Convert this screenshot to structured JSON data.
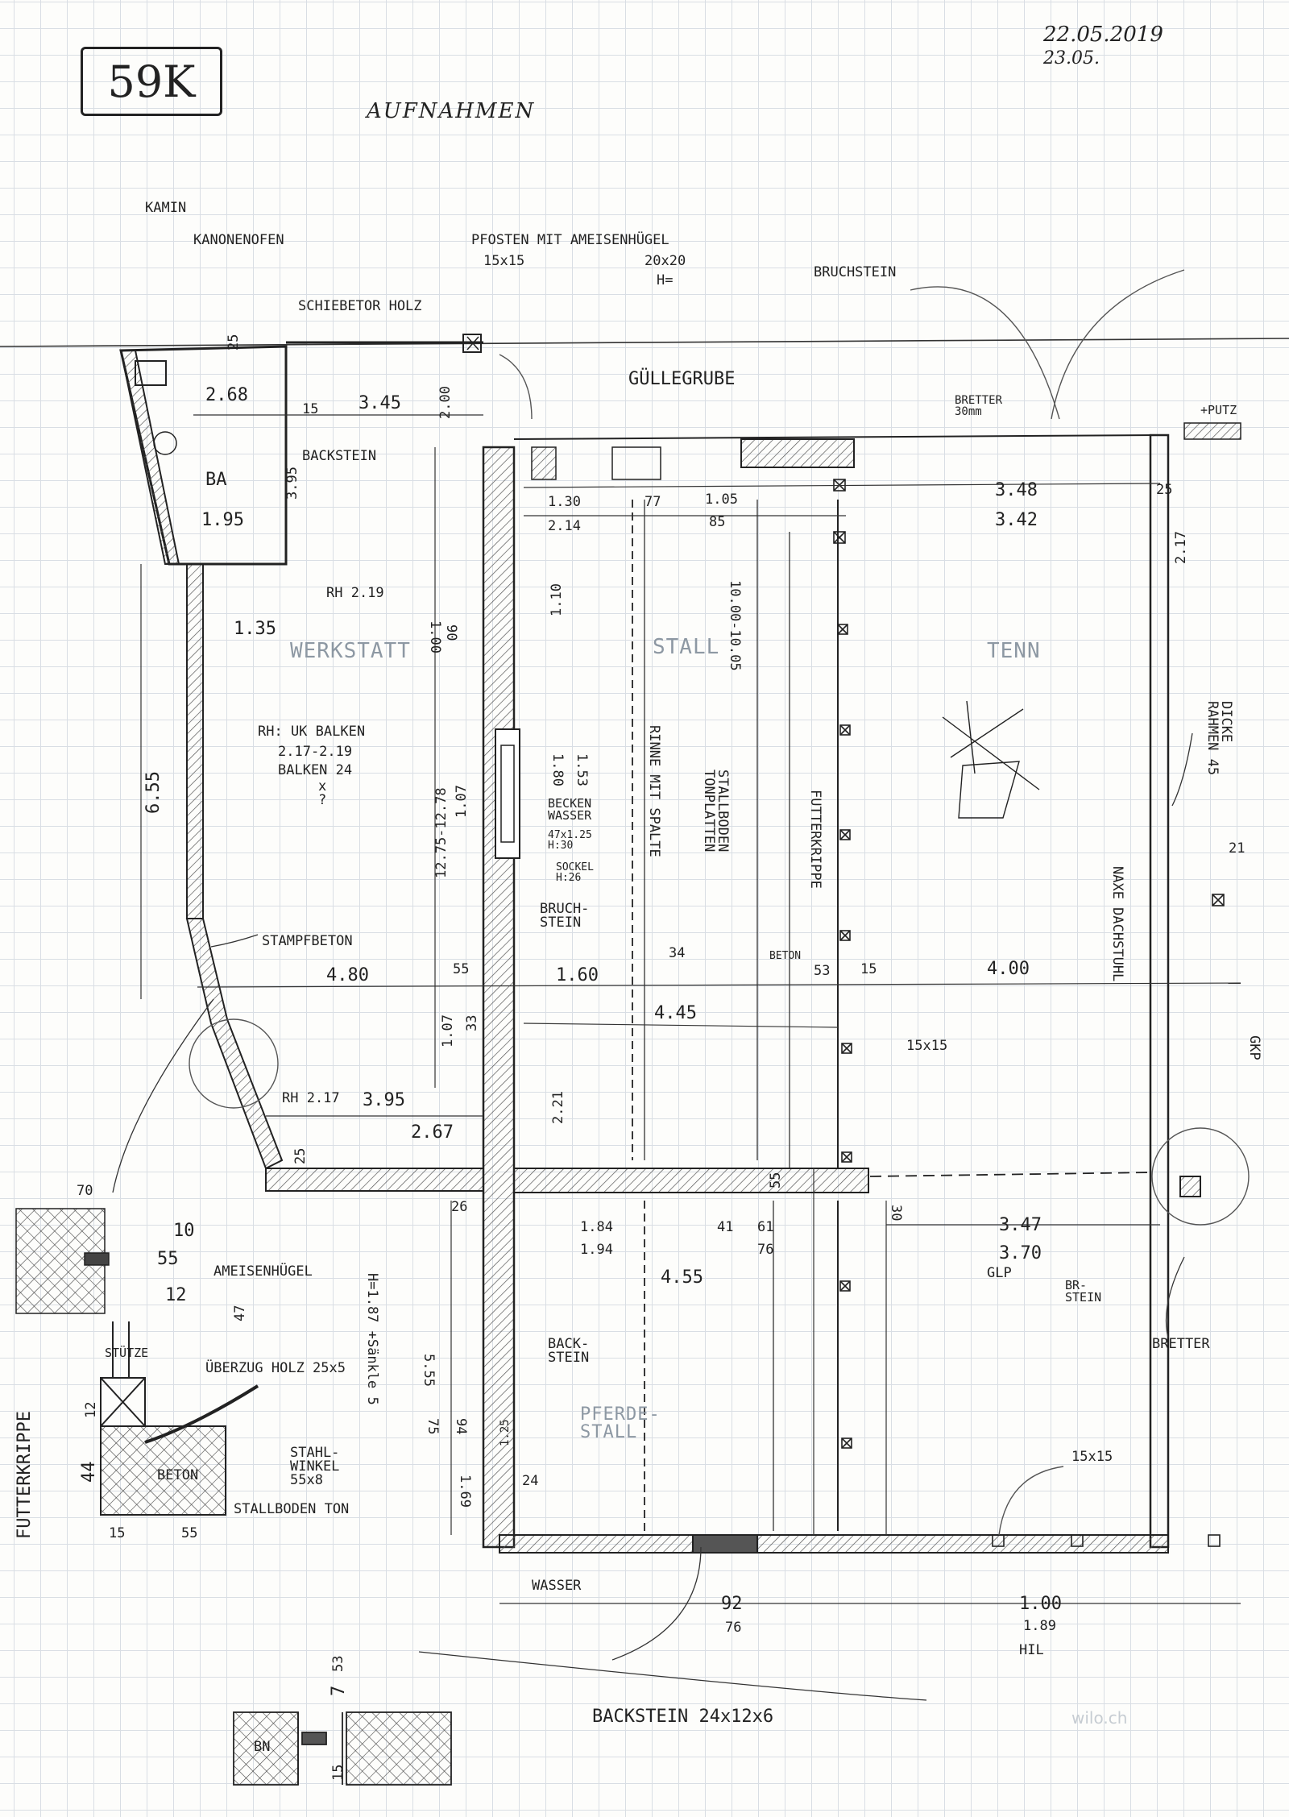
{
  "header": {
    "sheet_id": "59K",
    "title": "AUFNAHMEN",
    "date_1": "22.05.2019",
    "date_2": "23.05."
  },
  "rooms": {
    "werkstatt": "WERKSTATT",
    "stall": "STALL",
    "tenn": "TENN",
    "pferdestall": "PFERDE-STALL",
    "ba": "BA"
  },
  "materials": {
    "kamin": "KAMIN",
    "kanonenofen": "KANONENOFEN",
    "pfosten": "PFOSTEN MIT AMEISENHÜGEL",
    "pfosten_size": "15x15",
    "pfosten_size2": "20x20",
    "pfosten_h": "H=",
    "bruchstein": "BRUCHSTEIN",
    "schiebetor": "SCHIEBETOR HOLZ",
    "guellegrube": "GÜLLEGRUBE",
    "bretter_30": "BRETTER 30mm",
    "putz": "+PUTZ",
    "backstein": "BACKSTEIN",
    "rh_219": "RH 2.19",
    "rh_uk_balken": "RH: UK BALKEN",
    "rh_range": "2.17-2.19",
    "balken": "BALKEN 24",
    "balken_x": "x",
    "balken_2": "?",
    "stampfbeton": "STAMPFBETON",
    "becken_wasser": "BECKEN WASSER",
    "becken_dims": "47x1.25 H:30",
    "sockel": "SOCKEL H:26",
    "bruch_stein": "BRUCH-STEIN",
    "rinne": "RINNE MIT SPALTE",
    "stallboden": "STALLBODEN TONPLATTEN",
    "futterkrippe": "FUTTERKRIPPE",
    "dicke_rahmen": "DICKE RAHMEN 45",
    "naxe_dachstuhl": "NAXE DACHSTUHL",
    "beton": "BETON",
    "gkp": "GKP",
    "glp": "GLP",
    "brstein": "BR-STEIN",
    "bretter": "BRETTER",
    "rh_217": "RH 2.17",
    "ameisenhuegel": "AMEISENHÜGEL",
    "backstein_2": "BACK-STEIN",
    "wasser": "WASSER",
    "hil": "HIL",
    "backstein_size": "BACKSTEIN 24x12x6",
    "stuetze": "STÜTZE",
    "ueberzug": "ÜBERZUG HOLZ 25x5",
    "stahlwinkel": "STAHL-WINKEL 55x8",
    "beton_det": "BETON",
    "stallboden_ton": "STALLBODEN TON",
    "futterkrippe_det": "FUTTERKRIPPE",
    "h_187": "H=1.87 +Sänkle 5",
    "bn": "BN"
  },
  "dims": {
    "d268": "2.68",
    "d345": "3.45",
    "d15a": "15",
    "d395": "3.95",
    "d195": "1.95",
    "d25a": "25",
    "d200": "2.00",
    "d135": "1.35",
    "d655": "6.55",
    "d480": "4.80",
    "d55a": "55",
    "d395b": "3.95",
    "d267": "2.67",
    "d25b": "25",
    "d26": "26",
    "d110": "1.10",
    "d130": "1.30",
    "d214": "2.14",
    "d77": "77",
    "d105": "1.05",
    "d85": "85",
    "d348": "3.48",
    "d342": "3.42",
    "d25c": "25",
    "d217": "2.17",
    "d21": "21",
    "d180": "1.80",
    "d153": "1.53",
    "d1000": "10.00-10.05",
    "d160": "1.60",
    "d34": "34",
    "d445": "4.45",
    "d53": "53",
    "d15b": "15",
    "d400": "4.00",
    "d15x15": "15x15",
    "d221": "2.21",
    "d55b": "55",
    "d30": "30",
    "d347": "3.47",
    "d370": "3.70",
    "d184": "1.84",
    "d194": "1.94",
    "d41": "41",
    "d61": "61",
    "d76": "76",
    "d455": "4.55",
    "d92": "92",
    "d76b": "76",
    "d100": "1.00",
    "d189": "1.89",
    "d15x15b": "15x15",
    "d70": "70",
    "d10": "10",
    "d55c": "55",
    "d12": "12",
    "d47": "47",
    "d44": "44",
    "d15c": "15",
    "d55d": "55",
    "d12b": "12",
    "d24": "24",
    "d555": "5.55",
    "d75": "75",
    "d94": "94",
    "d169": "1.69",
    "d1275": "12.75-12.78",
    "d107": "1.07",
    "d90": "90",
    "d100b": "1.00",
    "d1207": "1.07",
    "d33": "33",
    "d125": "1.25",
    "d7": "7",
    "d53b": "53",
    "d15d": "15"
  },
  "watermark": "wilo.ch"
}
